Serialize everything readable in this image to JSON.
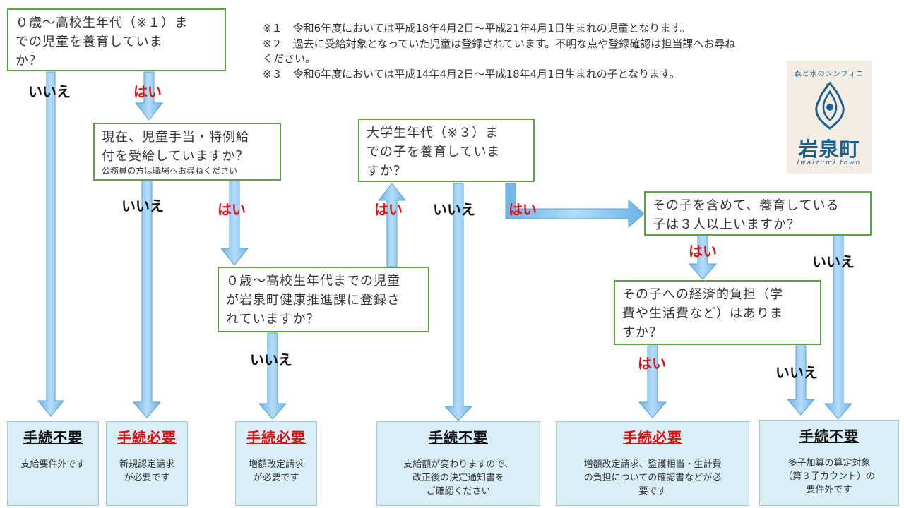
{
  "notes": [
    "※１　令和6年度においては平成18年4月2日～平成21年4月1日生まれの児童となります。",
    "※２　過去に受給対象となっていた児童は登録されています。不明な点や登録確認は担当課へお尋ね",
    "ください。",
    "※３　令和6年度においては平成14年4月2日～平成18年4月1日生まれの子となります。"
  ],
  "questions": {
    "q1": [
      "０歳～高校生年代（※１）ま",
      "での児童を養育していま",
      "か？"
    ],
    "q2": [
      "現在、児童手当・特例給",
      "付を受給していますか？"
    ],
    "q2_sub": "公務員の方は職場へお尋ねください",
    "q3": [
      "０歳～高校生年代までの児童",
      "が岩泉町健康推進課に登録さ",
      "れていますか？"
    ],
    "q4": [
      "大学生年代（※３）ま",
      "での子を養育していま",
      "すか？"
    ],
    "q5": [
      "その子を含めて、養育している",
      "子は３人以上いますか？"
    ],
    "q6": [
      "その子への経済的負担（学",
      "費や生活費など）はありま",
      "すか？"
    ]
  },
  "labels": {
    "yes": "はい",
    "no": "いいえ"
  },
  "results": [
    {
      "title": "手続不要",
      "kind": "none",
      "desc": [
        "支給要件外です"
      ]
    },
    {
      "title": "手続必要",
      "kind": "need",
      "desc": [
        "新規認定請求",
        "が必要です"
      ]
    },
    {
      "title": "手続必要",
      "kind": "need",
      "desc": [
        "増額改定請求",
        "が必要です"
      ]
    },
    {
      "title": "手続不要",
      "kind": "none",
      "desc": [
        "支給額が変わりますので、",
        "改正後の決定通知書を",
        "ご確認ください"
      ]
    },
    {
      "title": "手続必要",
      "kind": "need",
      "desc": [
        "増額改定請求、監護相当・生計費",
        "の負担についての確認書などが必",
        "要です"
      ]
    },
    {
      "title": "手続不要",
      "kind": "none",
      "desc": [
        "多子加算の算定対象",
        "（第３子カウント）の",
        "要件外です"
      ]
    }
  ],
  "logo": {
    "tagline": "森と水のシンフォニー",
    "name": "岩泉町",
    "english": "Iwaizumi town"
  },
  "colors": {
    "box_border": "#5aa53c",
    "arrow_fill": "#8ec6ee",
    "arrow_stroke": "#5aa0d6",
    "yes": "#e01010",
    "result_bg": "#daeef8",
    "logo_blue": "#1c5f8a"
  }
}
